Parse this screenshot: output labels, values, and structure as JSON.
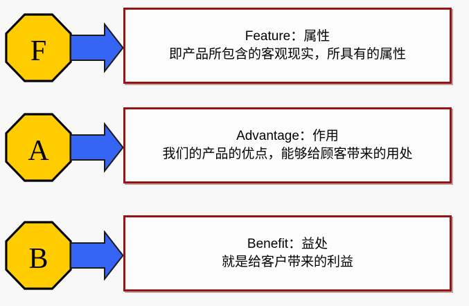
{
  "colors": {
    "background": "#f8f8f8",
    "octagon_fill": "#FFCC00",
    "octagon_border": "#000000",
    "arrow_fill": "#3665F3",
    "arrow_border": "#1a1a1a",
    "box_border": "#981414",
    "box_fill": "#fcfcfc",
    "text": "#000000"
  },
  "rows": [
    {
      "letter": "F",
      "title": "Feature：属性",
      "description": "即产品所包含的客观现实，所具有的属性"
    },
    {
      "letter": "A",
      "title": "Advantage：作用",
      "description": "我们的产品的优点，能够给顾客带来的用处"
    },
    {
      "letter": "B",
      "title": "Benefit：益处",
      "description": "就是给客户带来的利益"
    }
  ]
}
